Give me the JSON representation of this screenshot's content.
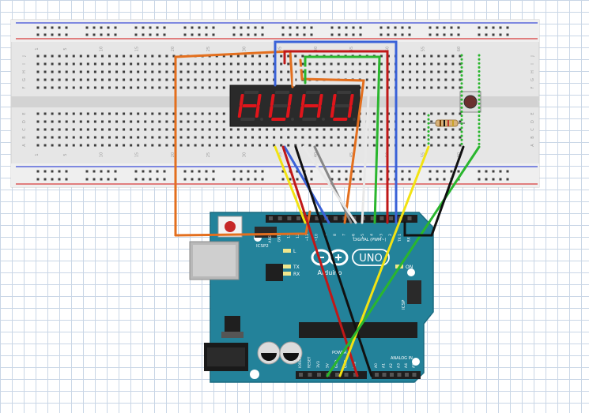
{
  "breadboard": {
    "column_numbers": [
      "1",
      "5",
      "10",
      "15",
      "20",
      "25",
      "30",
      "35",
      "40",
      "45",
      "50",
      "55",
      "60"
    ],
    "row_letters_top": [
      "J",
      "I",
      "H",
      "G",
      "F"
    ],
    "row_letters_bottom": [
      "E",
      "D",
      "C",
      "B",
      "A"
    ]
  },
  "display": {
    "digits": [
      "H",
      "U",
      "H",
      "U"
    ],
    "color": "#e0151b"
  },
  "arduino": {
    "logo_text": "UNO",
    "brand": "Arduino",
    "label_digital": "DIGITAL (PWM~)",
    "label_icsp2": "ICSP2",
    "label_icsp": "ICSP",
    "label_on": "ON",
    "label_l": "L",
    "label_tx": "TX",
    "label_rx": "RX",
    "label_power": "POWER",
    "label_analog": "ANALOG IN",
    "power_pins": [
      "IOREF",
      "RESET",
      "3V3",
      "5V",
      "GND",
      "GND",
      "VIN"
    ],
    "analog_pins": [
      "A0",
      "A1",
      "A2",
      "A3",
      "A4",
      "A5"
    ],
    "digital_pins": [
      "AREF",
      "GND",
      "13",
      "12",
      "~11",
      "~10",
      "~9",
      "8",
      "7",
      "~6",
      "~5",
      "4",
      "~3",
      "2",
      "TX 1",
      "RX 0"
    ],
    "board_color": "#23829a"
  }
}
